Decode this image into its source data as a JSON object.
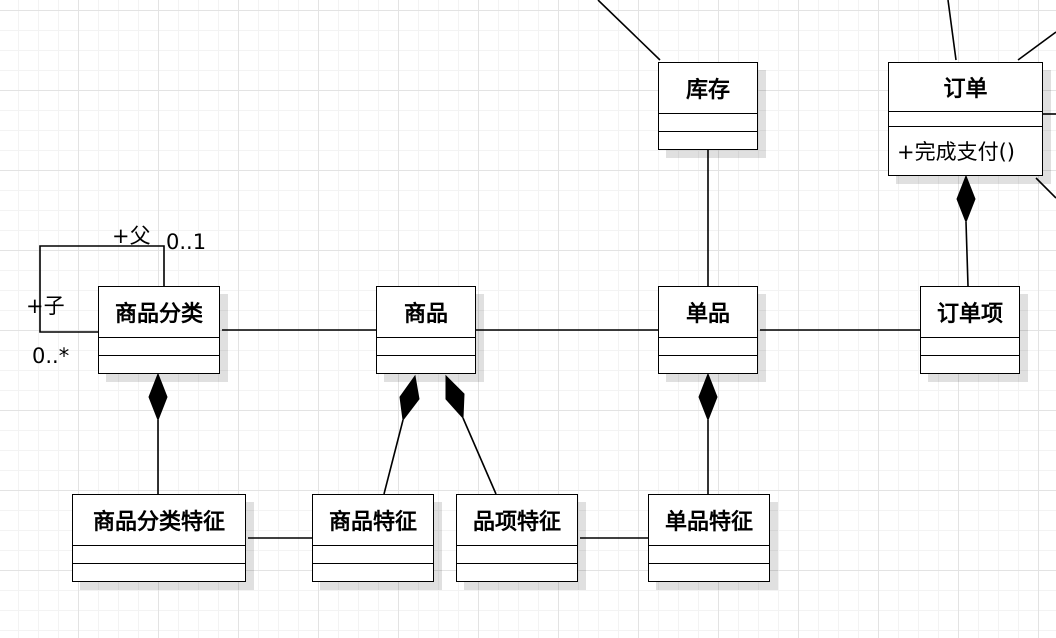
{
  "classes": {
    "kucun": {
      "name": "库存"
    },
    "dingdan": {
      "name": "订单",
      "operation": "+完成支付()"
    },
    "shangpin_fenlei": {
      "name": "商品分类"
    },
    "shangpin": {
      "name": "商品"
    },
    "danpin": {
      "name": "单品"
    },
    "dingdanxiang": {
      "name": "订单项"
    },
    "shangpin_fenlei_tezheng": {
      "name": "商品分类特征"
    },
    "shangpin_tezheng": {
      "name": "商品特征"
    },
    "pinxiang_tezheng": {
      "name": "品项特征"
    },
    "danpin_tezheng": {
      "name": "单品特征"
    }
  },
  "self_association": {
    "parent_role": "+父",
    "parent_multiplicity": "0..1",
    "child_role": "+子",
    "child_multiplicity": "0..*"
  },
  "colors": {
    "line": "#000000",
    "box_fill": "#ffffff",
    "grid": "#e3e3e3"
  }
}
